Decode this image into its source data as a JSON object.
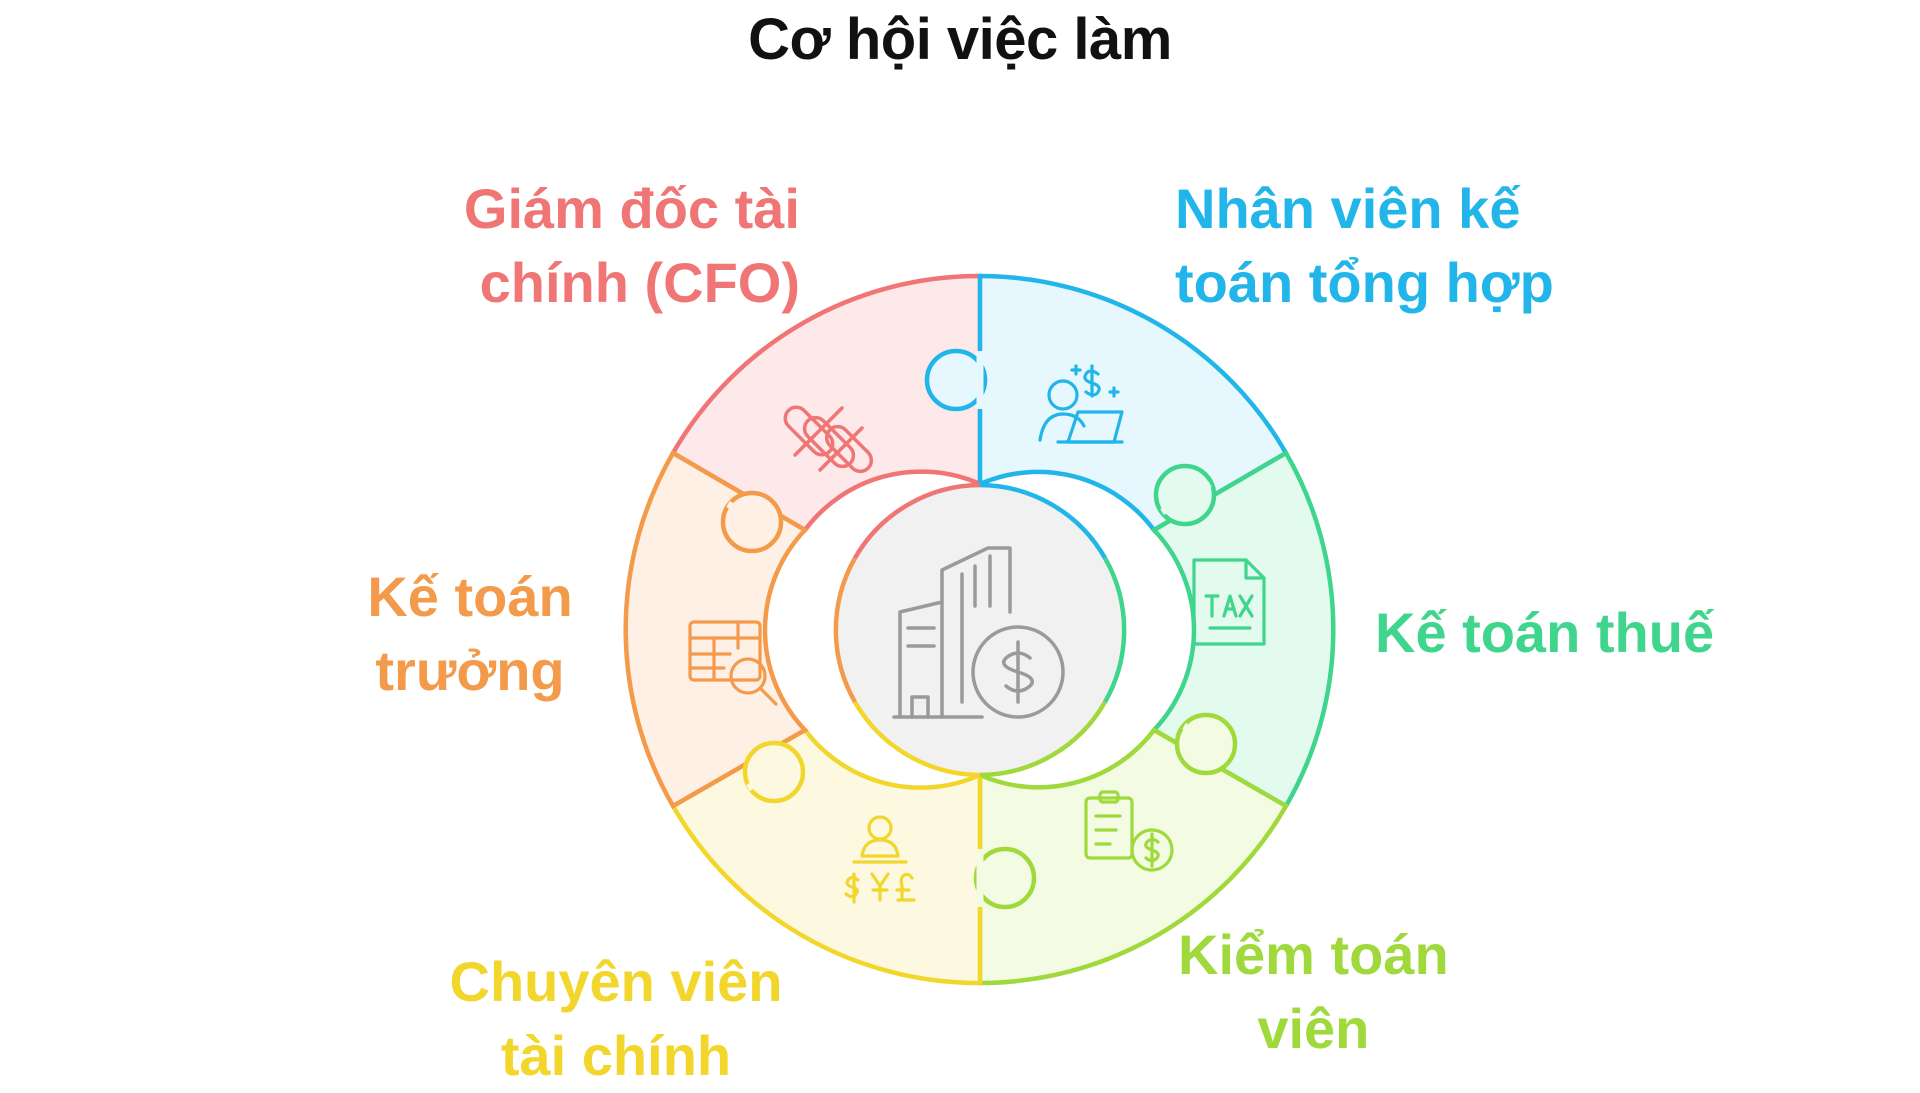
{
  "title": "Cơ hội việc làm",
  "center_icon": "office-buildings-dollar-icon",
  "segments": [
    {
      "id": "cfo",
      "lines": [
        "Giám đốc tài",
        "chính (CFO)"
      ],
      "color": "#f07575",
      "fill": "#fde9e9",
      "icon": "financial-bars-icon"
    },
    {
      "id": "general",
      "lines": [
        "Nhân viên kế",
        "toán tổng hợp"
      ],
      "color": "#22b5e9",
      "fill": "#e6f7fd",
      "icon": "accountant-laptop-icon"
    },
    {
      "id": "tax",
      "lines": [
        "Kế toán thuế"
      ],
      "color": "#3fd58c",
      "fill": "#e3faee",
      "icon": "tax-document-icon"
    },
    {
      "id": "audit",
      "lines": [
        "Kiểm toán",
        "viên"
      ],
      "color": "#9fd93b",
      "fill": "#f3fbe3",
      "icon": "audit-clipboard-dollar-icon"
    },
    {
      "id": "finance",
      "lines": [
        "Chuyên viên",
        "tài chính"
      ],
      "color": "#f2d62b",
      "fill": "#fdf9e0",
      "icon": "currency-specialist-icon"
    },
    {
      "id": "chief",
      "lines": [
        "Kế toán",
        "trưởng"
      ],
      "color": "#f39a4b",
      "fill": "#fef0e5",
      "icon": "spreadsheet-search-icon"
    }
  ]
}
